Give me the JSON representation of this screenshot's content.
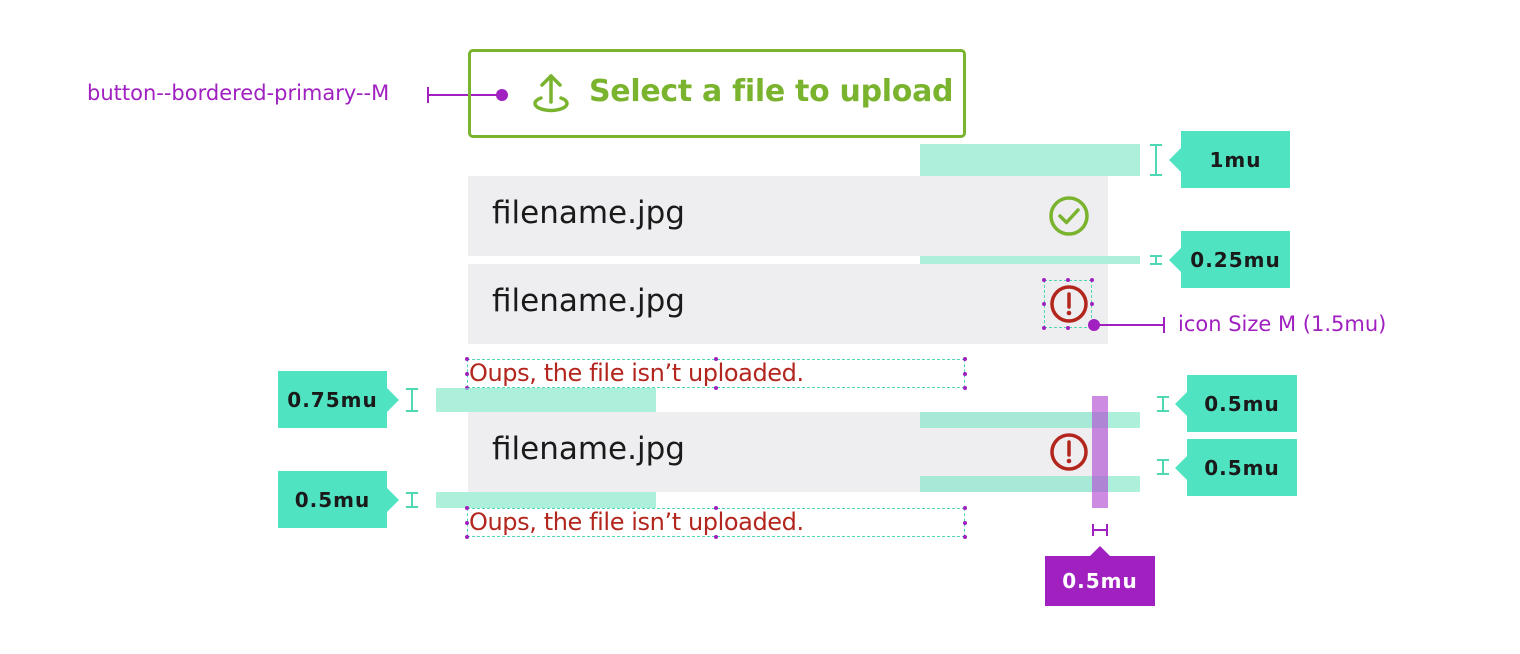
{
  "upload_button": {
    "label": "Select a file to upload",
    "annotation": "button--bordered-primary--M",
    "color": "#7ab32e"
  },
  "files": [
    {
      "name": "filename.jpg",
      "status": "success",
      "icon": "check-circle-icon"
    },
    {
      "name": "filename.jpg",
      "status": "error",
      "icon": "error-circle-icon"
    },
    {
      "name": "filename.jpg",
      "status": "error",
      "icon": "error-circle-icon"
    }
  ],
  "error_message": "Oups, the file isn’t uploaded.",
  "icon_annotation": "icon Size M (1.5mu)",
  "measurements": {
    "button_to_list": "1mu",
    "row_gap": "0.25mu",
    "error_to_next_row": "0.75mu",
    "row_to_error": "0.5mu",
    "row_padding_top": "0.5mu",
    "row_padding_bottom": "0.5mu",
    "icon_padding_right": "0.5mu"
  },
  "colors": {
    "success": "#7ab32e",
    "error": "#b3261e",
    "row_background": "#eeeef0",
    "spacing_tag": "#50e3c2",
    "annotation": "#a020c0"
  }
}
